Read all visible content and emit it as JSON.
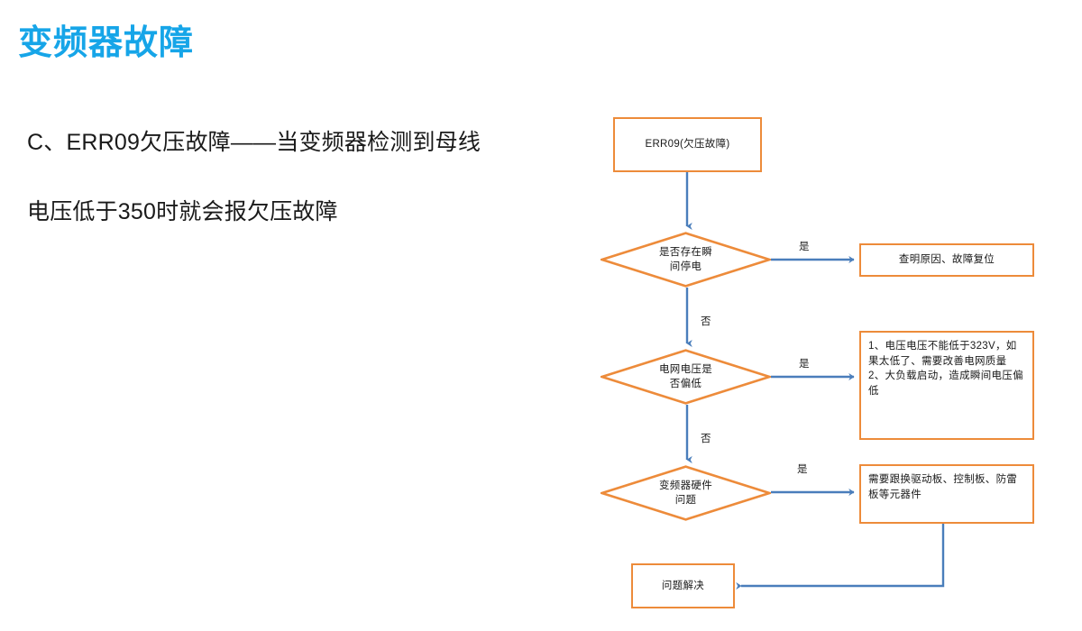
{
  "slide": {
    "title": "变频器故障",
    "title_color": "#16a5e8",
    "background_color": "#ffffff",
    "body_lines": [
      "C、ERR09欠压故障——当变频器检测到母线",
      "电压低于350时就会报欠压故障"
    ]
  },
  "theme": {
    "node_border_color": "#ed8b3a",
    "connector_color": "#4a7ebb",
    "text_color": "#1a1a1a"
  },
  "flowchart": {
    "nodes": {
      "start": {
        "label": "ERR09(欠压故障)",
        "shape": "rectangle"
      },
      "decision_power_outage": {
        "label": "是否存在瞬\n间停电",
        "shape": "diamond"
      },
      "action_find_cause": {
        "label": "查明原因、故障复位",
        "shape": "rectangle"
      },
      "decision_grid_voltage_low": {
        "label": "电网电压是\n否偏低",
        "shape": "diamond"
      },
      "action_voltage_notes": {
        "label": "1、电压电压不能低于323V，如果太低了、需要改善电网质量\n2、大负载启动，造成瞬间电压偏低",
        "shape": "rectangle"
      },
      "decision_hardware_issue": {
        "label": "变频器硬件\n问题",
        "shape": "diamond"
      },
      "action_replace_boards": {
        "label": "需要跟换驱动板、控制板、防雷板等元器件",
        "shape": "rectangle"
      },
      "end": {
        "label": "问题解决",
        "shape": "rectangle"
      }
    },
    "edge_labels": {
      "outage_yes": "是",
      "outage_no": "否",
      "voltage_yes": "是",
      "voltage_no": "否",
      "hardware_yes": "是"
    }
  }
}
